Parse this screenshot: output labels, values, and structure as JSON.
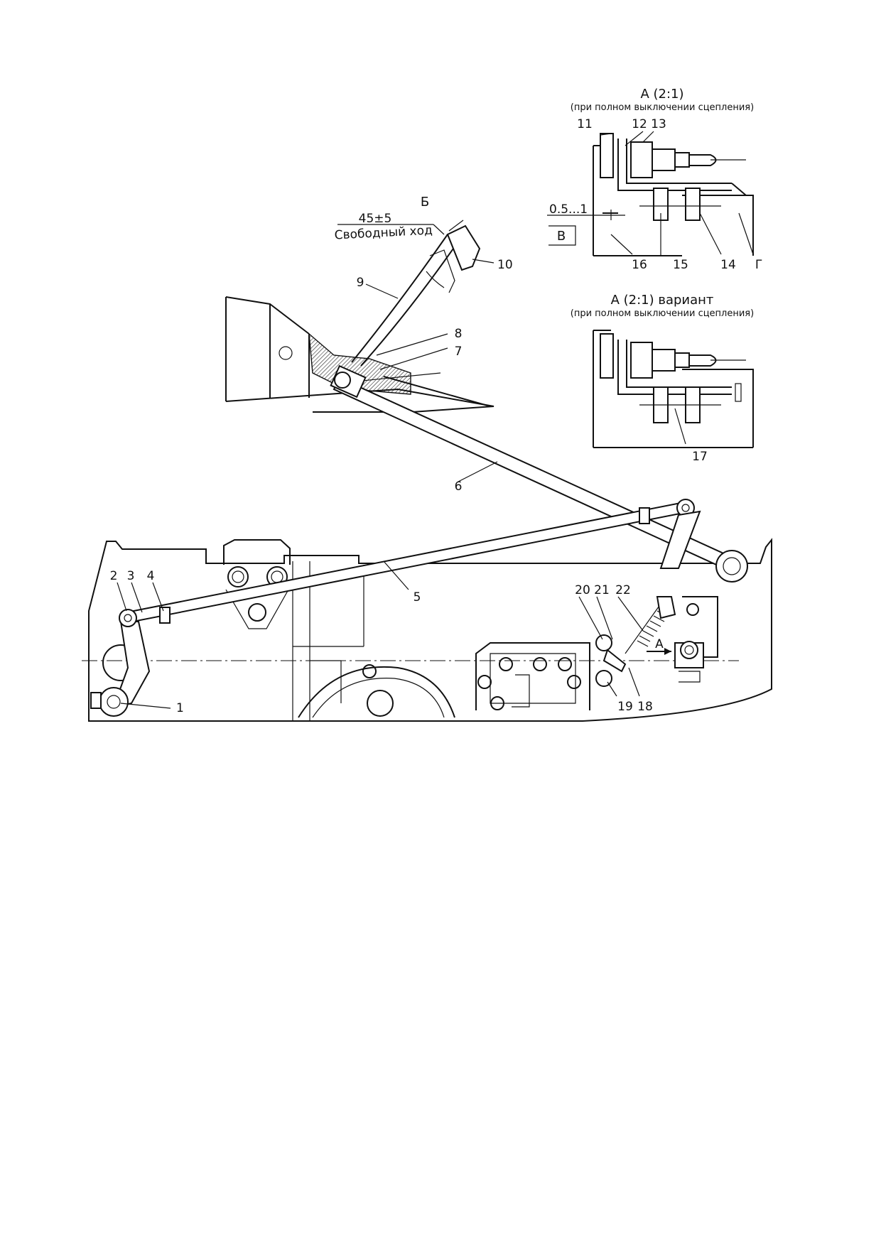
{
  "detail_a": {
    "title": "А (2:1)",
    "subtitle": "(при полном выключении сцепления)",
    "dimension": "0.5...1",
    "view_v": "В",
    "label_g": "Г"
  },
  "detail_a_variant": {
    "title": "А (2:1) вариант",
    "subtitle": "(при полном выключении сцепления)"
  },
  "pedal": {
    "dimension": "45±5",
    "caption": "Свободный ход",
    "section_b": "Б"
  },
  "view_a_arrow": "А",
  "callouts": {
    "c1": "1",
    "c2": "2",
    "c3": "3",
    "c4": "4",
    "c5": "5",
    "c6": "6",
    "c7": "7",
    "c8": "8",
    "c9": "9",
    "c10": "10",
    "c11": "11",
    "c12": "12",
    "c13": "13",
    "c14": "14",
    "c15": "15",
    "c16": "16",
    "c17": "17",
    "c18": "18",
    "c19": "19",
    "c20": "20",
    "c21": "21",
    "c22": "22"
  }
}
